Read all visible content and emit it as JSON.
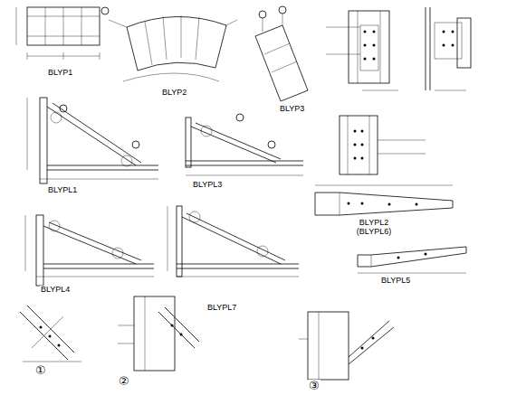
{
  "diagram": {
    "labels": [
      "BLYP1",
      "BLYP2",
      "BLYP3",
      "BLYPL1",
      "BLYPL3",
      "BLYPL2 (BLYPL6)",
      "BLYPL5",
      "BLYPL4",
      "BLYPL7",
      "①",
      "②",
      "③"
    ]
  }
}
